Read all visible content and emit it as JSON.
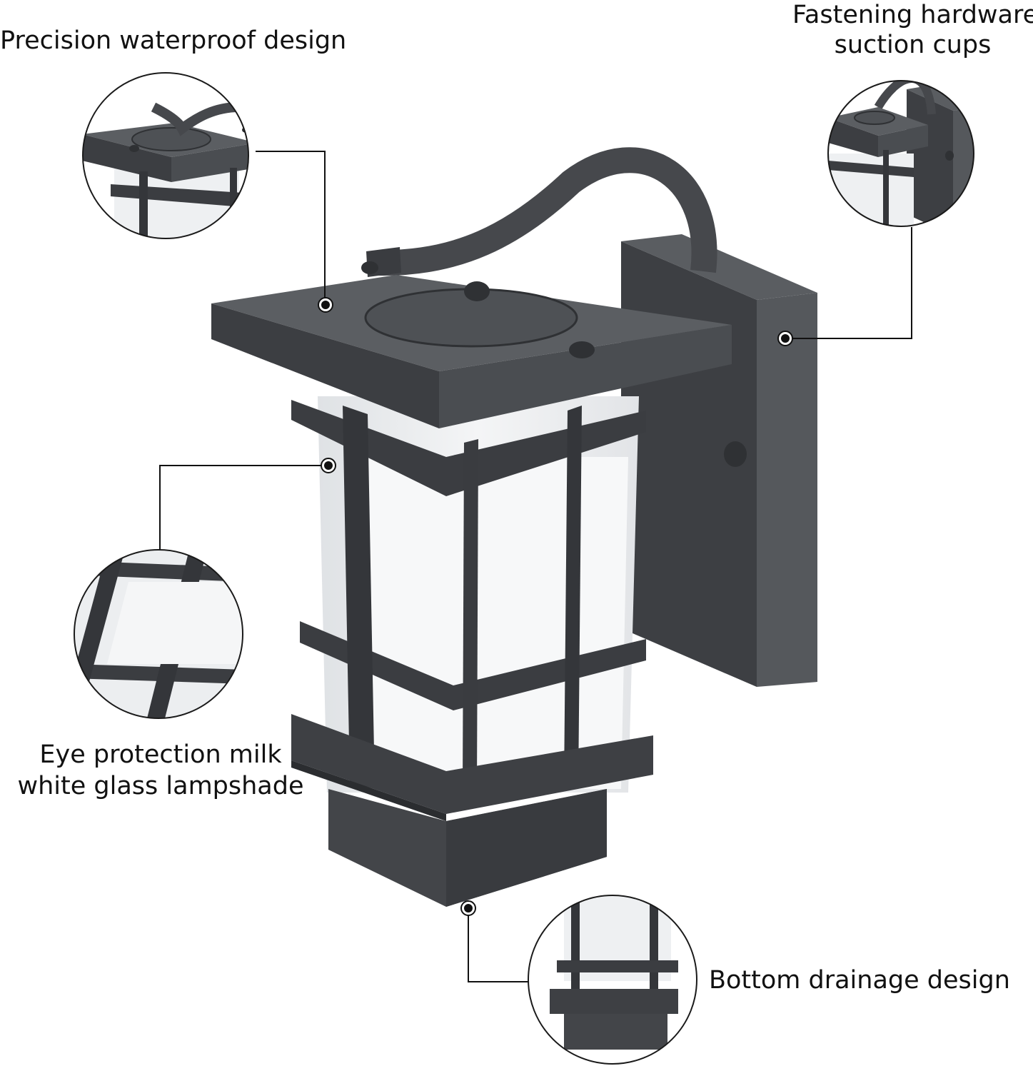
{
  "callouts": {
    "waterproof": "Precision waterproof design",
    "hardware_line1": "Fastening hardware",
    "hardware_line2": "suction cups",
    "glass_line1": "Eye protection milk",
    "glass_line2": "white glass lampshade",
    "drainage": "Bottom drainage design"
  },
  "colors": {
    "metal": "#4a4c50",
    "metal_dark": "#2f3134",
    "metal_light": "#5d6064",
    "glass": "#eef0f2",
    "leader": "#111111"
  }
}
